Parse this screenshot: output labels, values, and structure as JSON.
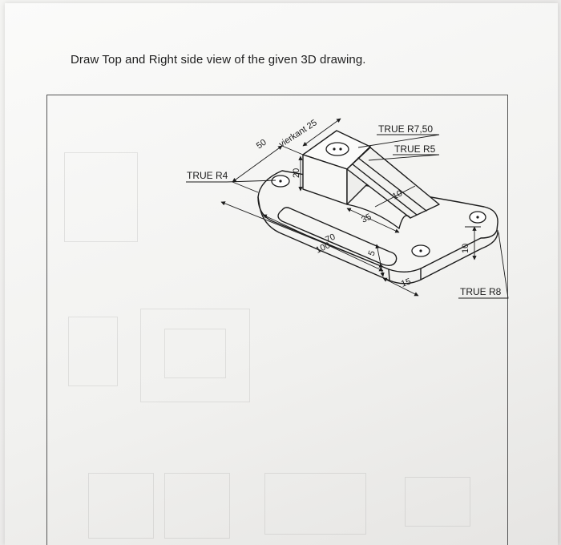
{
  "instruction": "Draw Top and Right side view of the given 3D drawing.",
  "drawing": {
    "labels": {
      "true_r4": "TRUE R4",
      "true_r750": "TRUE R7,50",
      "true_r5": "TRUE R5",
      "true_r8": "TRUE R8"
    },
    "dimensions": {
      "d50": "50",
      "vierkant": "vierkant 25",
      "d20": "20",
      "d35": "35",
      "d10_rib": "10",
      "d70": "70",
      "d100": "100",
      "d5": "5",
      "d15": "15",
      "d10_side": "10"
    }
  },
  "colors": {
    "ink": "#1b1b1b",
    "paper": "#f4f4f2",
    "frame": "#555555"
  }
}
